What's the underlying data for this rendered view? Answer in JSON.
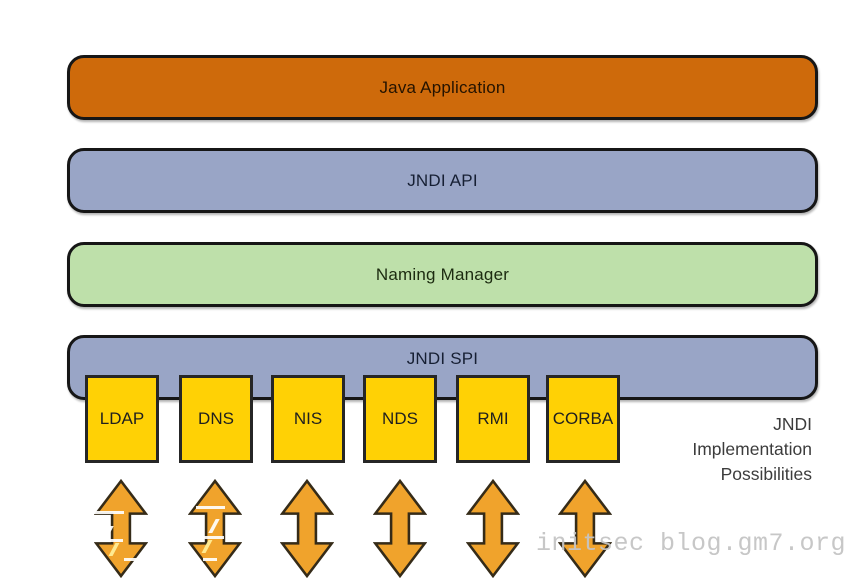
{
  "layers": [
    {
      "label": "Java Application",
      "bg": "#CE6A0B",
      "text_color": "#241300"
    },
    {
      "label": "JNDI API",
      "bg": "#99A5C6",
      "text_color": "#161F33"
    },
    {
      "label": "Naming Manager",
      "bg": "#BEE0AA",
      "text_color": "#1C2B10"
    },
    {
      "label": "JNDI SPI",
      "bg": "#99A5C6",
      "text_color": "#161F33"
    }
  ],
  "protocols": [
    {
      "label": "LDAP"
    },
    {
      "label": "DNS"
    },
    {
      "label": "NIS"
    },
    {
      "label": "NDS"
    },
    {
      "label": "RMI"
    },
    {
      "label": "CORBA"
    }
  ],
  "protocol_box_color": "#FFD105",
  "arrows": {
    "icon": "double-vertical-arrow",
    "color": "#F0A32C",
    "count": 6
  },
  "note": {
    "lines": [
      "JNDI",
      "Implementation",
      "Possibilities"
    ]
  },
  "watermark": "initsec blog.gm7.org"
}
